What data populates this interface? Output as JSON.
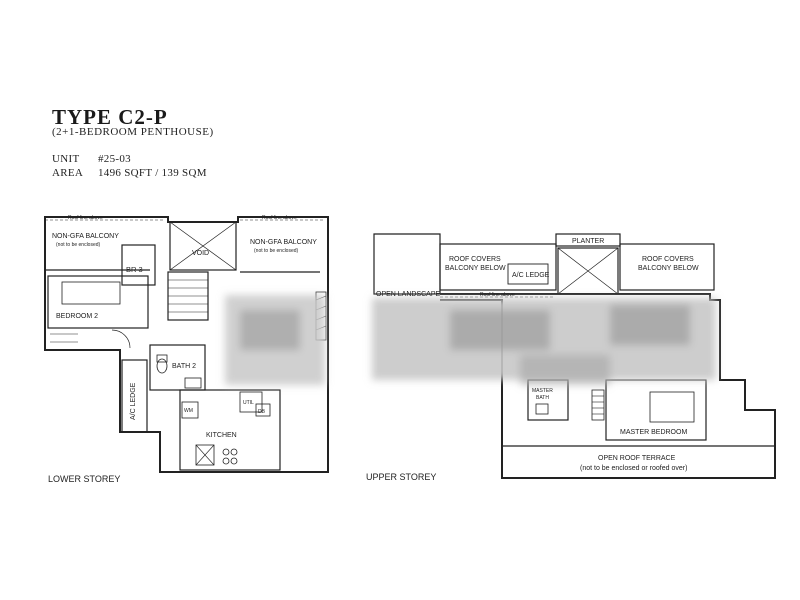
{
  "header": {
    "title": "TYPE C2-P",
    "subtitle": "(2+1-BEDROOM PENTHOUSE)",
    "unit_label": "UNIT",
    "unit_value": "#25-03",
    "area_label": "AREA",
    "area_value": "1496 SQFT / 139 SQM"
  },
  "lower": {
    "caption": "LOWER STOREY",
    "roof_line_left": "Roof line above",
    "roof_line_right": "Roof line above",
    "balcony_left": [
      "NON-GFA BALCONY",
      "(not to be enclosed)"
    ],
    "balcony_right": [
      "NON-GFA BALCONY",
      "(not to be enclosed)"
    ],
    "br3": "BR 3",
    "void": "VOID",
    "bedroom2": "BEDROOM 2",
    "bath2": "BATH 2",
    "ac_ledge": "A/C LEDGE",
    "wm": "WM",
    "util": "UTIL",
    "db": "DB",
    "kitchen": "KITCHEN"
  },
  "upper": {
    "caption": "UPPER STOREY",
    "planter": "PLANTER",
    "roof_covers_left": [
      "ROOF COVERS",
      "BALCONY BELOW"
    ],
    "roof_covers_right": [
      "ROOF COVERS",
      "BALCONY BELOW"
    ],
    "ac_ledge": "A/C LEDGE",
    "open_landscape": "OPEN LANDSCAPE",
    "roof_line": "Roof line above",
    "master_bath": [
      "MASTER",
      "BATH"
    ],
    "master_bedroom": "MASTER BEDROOM",
    "terrace": [
      "OPEN ROOF TERRACE",
      "(not to be enclosed or roofed over)"
    ]
  }
}
